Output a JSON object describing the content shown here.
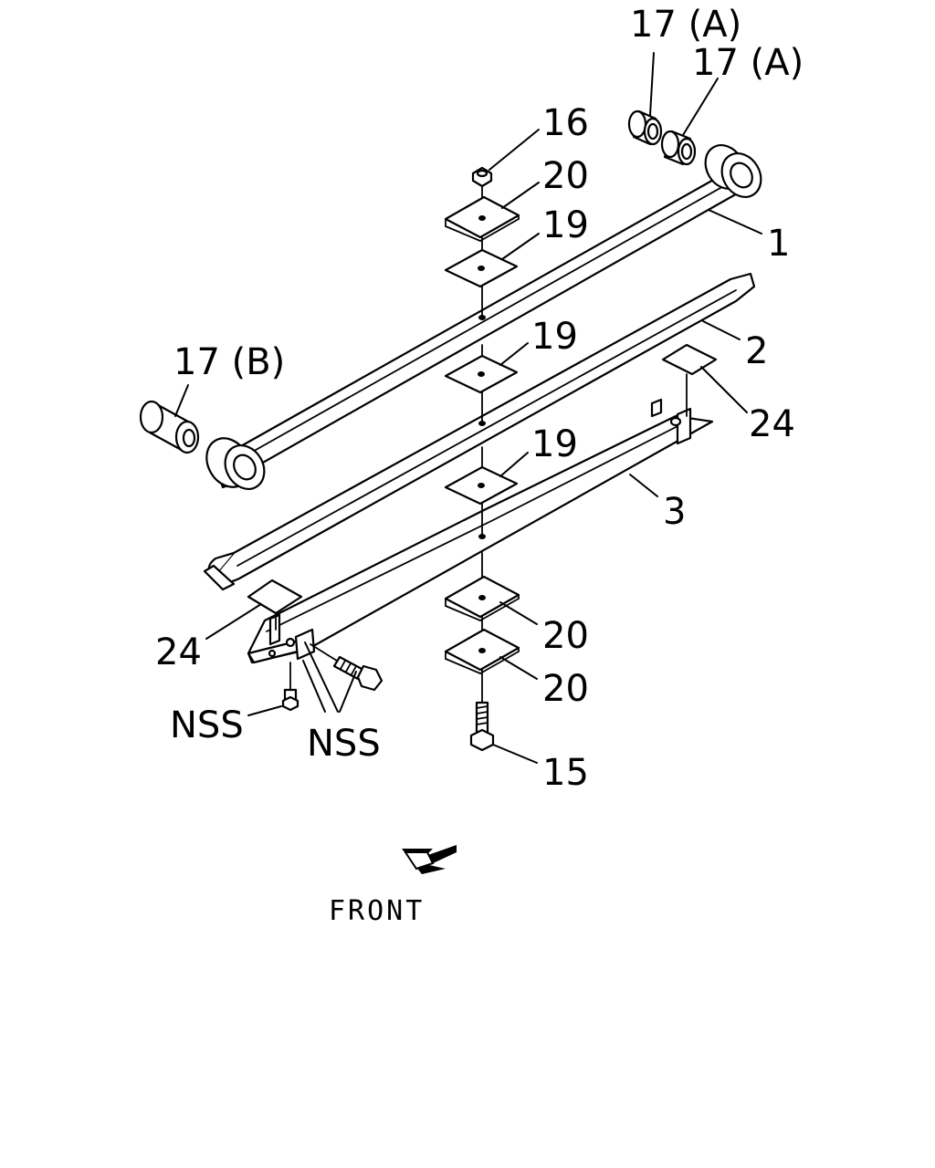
{
  "diagram": {
    "colors": {
      "line": "#000000",
      "background": "#ffffff"
    },
    "direction_label": "FRONT",
    "callouts": [
      {
        "id": "c-17a-left",
        "text": "17 (A)"
      },
      {
        "id": "c-17a-right",
        "text": "17 (A)"
      },
      {
        "id": "c-16",
        "text": "16"
      },
      {
        "id": "c-20-top",
        "text": "20"
      },
      {
        "id": "c-19-top",
        "text": "19"
      },
      {
        "id": "c-1",
        "text": "1"
      },
      {
        "id": "c-19-mid",
        "text": "19"
      },
      {
        "id": "c-2",
        "text": "2"
      },
      {
        "id": "c-17b",
        "text": "17 (B)"
      },
      {
        "id": "c-24-right",
        "text": "24"
      },
      {
        "id": "c-19-low",
        "text": "19"
      },
      {
        "id": "c-3",
        "text": "3"
      },
      {
        "id": "c-24-left",
        "text": "24"
      },
      {
        "id": "c-20-low1",
        "text": "20"
      },
      {
        "id": "c-20-low2",
        "text": "20"
      },
      {
        "id": "c-nss-left",
        "text": "NSS"
      },
      {
        "id": "c-nss-mid",
        "text": "NSS"
      },
      {
        "id": "c-15",
        "text": "15"
      }
    ]
  }
}
